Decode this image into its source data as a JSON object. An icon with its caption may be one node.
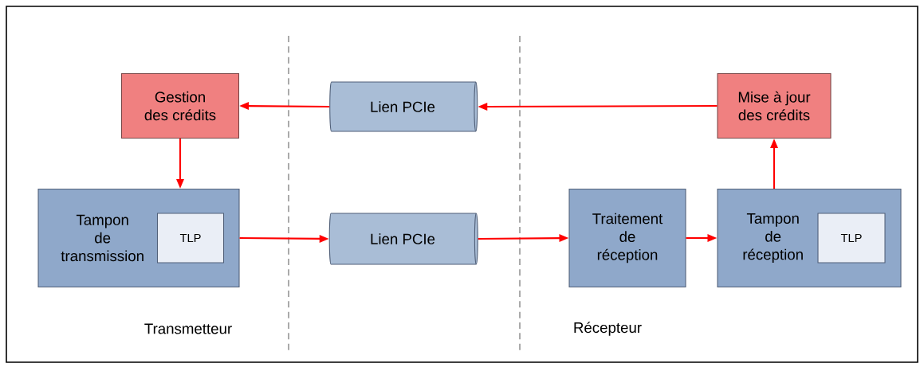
{
  "diagram": {
    "nodes": [
      {
        "text": [
          "Gestion des crédits"
        ]
      },
      {
        "text": [
          "Lien PCIe"
        ]
      },
      {
        "text": [
          "Mise à jour des crédits"
        ]
      },
      {
        "text": [
          "Tampon de transmission"
        ]
      },
      {
        "text": [
          "TLP"
        ],
        "in": 3
      },
      {
        "text": [
          "Lien PCIe"
        ]
      },
      {
        "text": [
          "Traitement de réception"
        ]
      },
      {
        "text": [
          "Tampon de réception"
        ]
      },
      {
        "text": [
          "TLP"
        ],
        "in": 7
      }
    ],
    "edges": [
      {
        "from": 2,
        "to": 1,
        "arrow": "to"
      },
      {
        "from": 1,
        "to": 0,
        "arrow": "to"
      },
      {
        "from": 0,
        "to": 3,
        "arrow": "to"
      },
      {
        "from": 3,
        "to": 5,
        "arrow": "to"
      },
      {
        "from": 5,
        "to": 6,
        "arrow": "to"
      },
      {
        "from": 6,
        "to": 7,
        "arrow": "to"
      },
      {
        "from": 7,
        "to": 2,
        "arrow": "to"
      }
    ],
    "labels": [
      "Transmetteur",
      "Récepteur"
    ]
  }
}
